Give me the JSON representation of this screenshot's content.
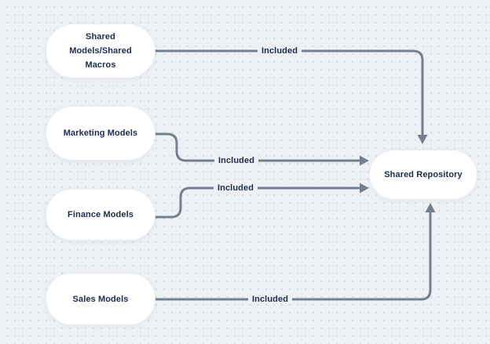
{
  "diagram": {
    "nodes": [
      {
        "id": "shared-models-shared-macros",
        "label": "Shared Models/Shared Macros"
      },
      {
        "id": "marketing-models",
        "label": "Marketing Models"
      },
      {
        "id": "finance-models",
        "label": "Finance Models"
      },
      {
        "id": "sales-models",
        "label": "Sales Models"
      },
      {
        "id": "shared-repository",
        "label": "Shared Repository"
      }
    ],
    "edges": [
      {
        "from": "Shared Models/Shared Macros",
        "to": "Shared Repository",
        "label": "Included",
        "enters_at": "top"
      },
      {
        "from": "Marketing Models",
        "to": "Shared Repository",
        "label": "Included",
        "enters_at": "left"
      },
      {
        "from": "Finance Models",
        "to": "Shared Repository",
        "label": "Included",
        "enters_at": "left"
      },
      {
        "from": "Sales Models",
        "to": "Shared Repository",
        "label": "Included",
        "enters_at": "bottom"
      }
    ],
    "colors": {
      "background": "#edf1f5",
      "grid_dot": "#d7dce3",
      "node_fill": "#ffffff",
      "node_border": "#e9edf2",
      "connector": "#74808f",
      "text": "#1c2b4a"
    }
  }
}
